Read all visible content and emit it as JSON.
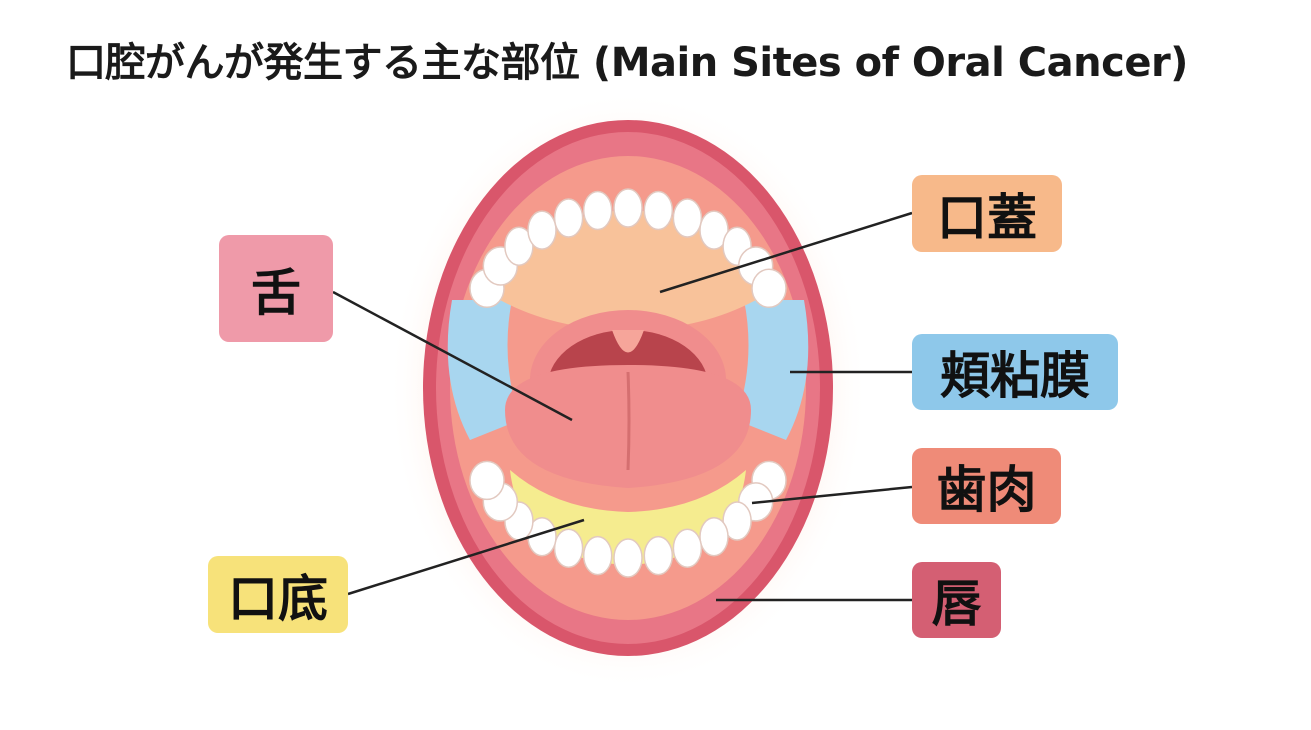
{
  "title": "口腔がんが発生する主な部位 (Main Sites of Oral Cancer)",
  "labels": {
    "tongue": "舌",
    "palate": "口蓋",
    "buccal_mucosa": "頬粘膜",
    "gum": "歯肉",
    "floor_of_mouth": "口底",
    "lip": "唇"
  },
  "colors": {
    "tongue_label": "#ef9aa9",
    "palate_label": "#f7b98a",
    "buccal_label": "#8ec8ea",
    "gum_label": "#ef8b78",
    "floor_label": "#f7e27a",
    "lip_label": "#d45f73",
    "lip": "#d9566b",
    "gum_tissue": "#f59a8c",
    "palate": "#f8c29a",
    "buccal": "#a8d6ef",
    "floor": "#f5ec8f",
    "tongue": "#f08d8d",
    "throat": "#b8444c",
    "tooth": "#ffffff"
  }
}
